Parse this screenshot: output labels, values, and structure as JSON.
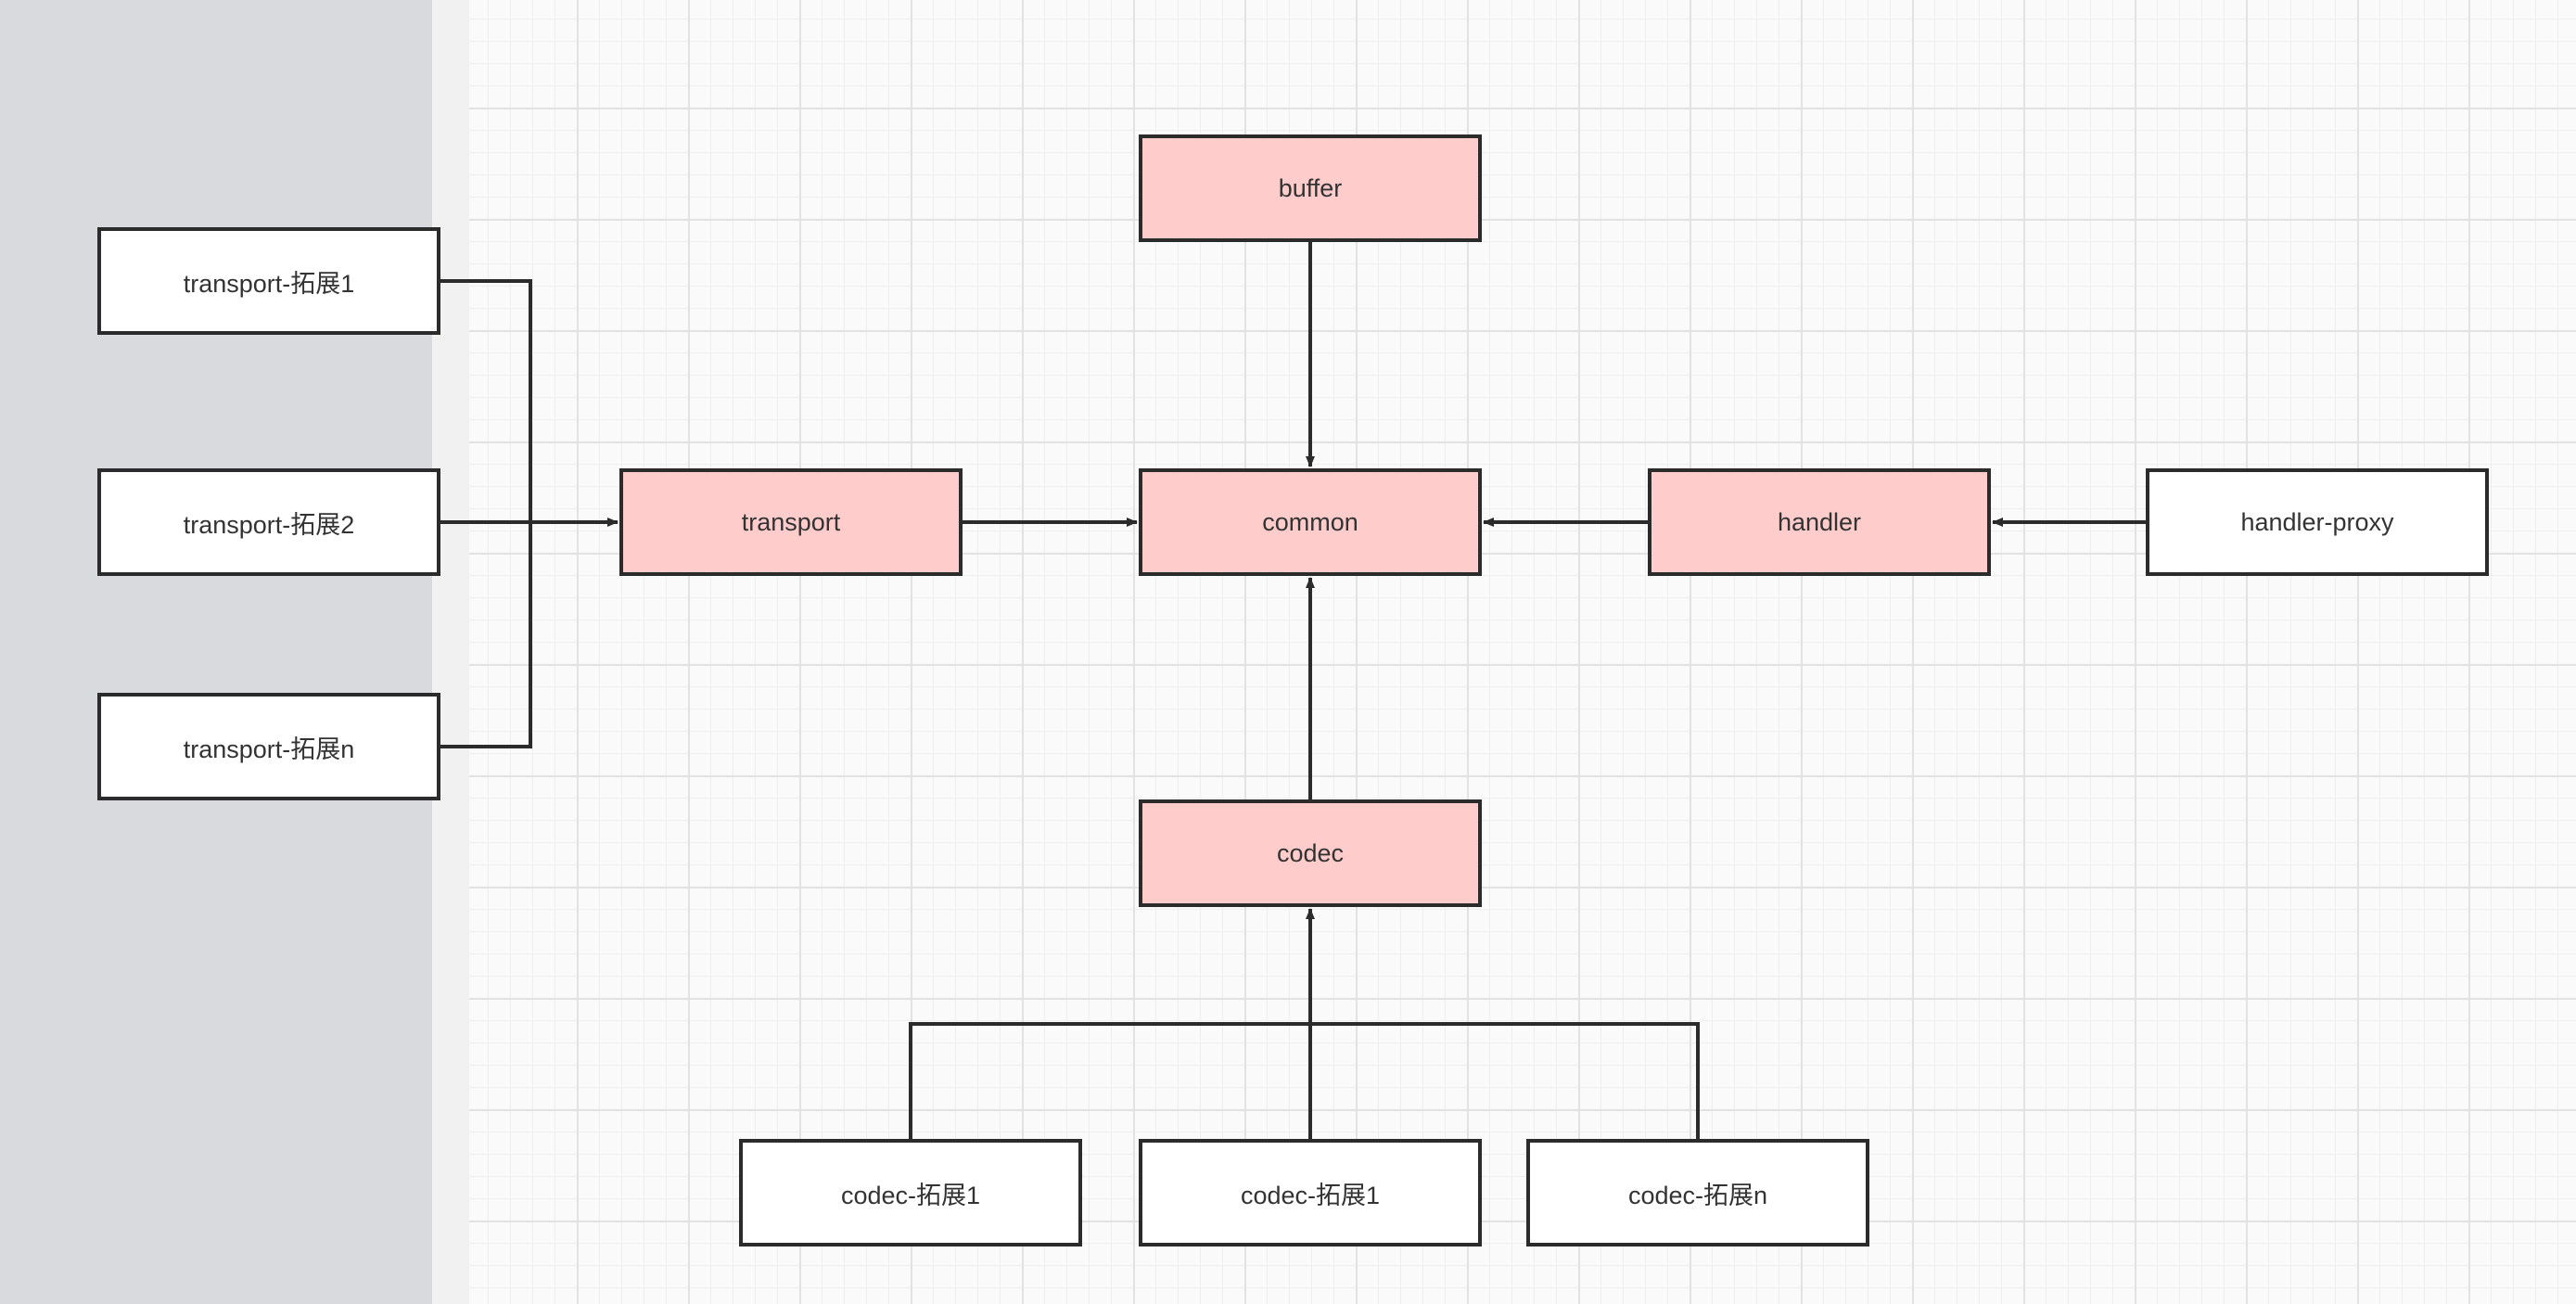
{
  "colors": {
    "core_fill": "#ffcccc",
    "ext_fill": "#ffffff",
    "stroke": "#2b2b2b",
    "text": "#333333"
  },
  "nodes": {
    "buffer": "buffer",
    "transport": "transport",
    "common": "common",
    "handler": "handler",
    "handler_proxy": "handler-proxy",
    "codec": "codec",
    "transport_ext_1": "transport-拓展1",
    "transport_ext_2": "transport-拓展2",
    "transport_ext_n": "transport-拓展n",
    "codec_ext_1a": "codec-拓展1",
    "codec_ext_1b": "codec-拓展1",
    "codec_ext_n": "codec-拓展n"
  }
}
